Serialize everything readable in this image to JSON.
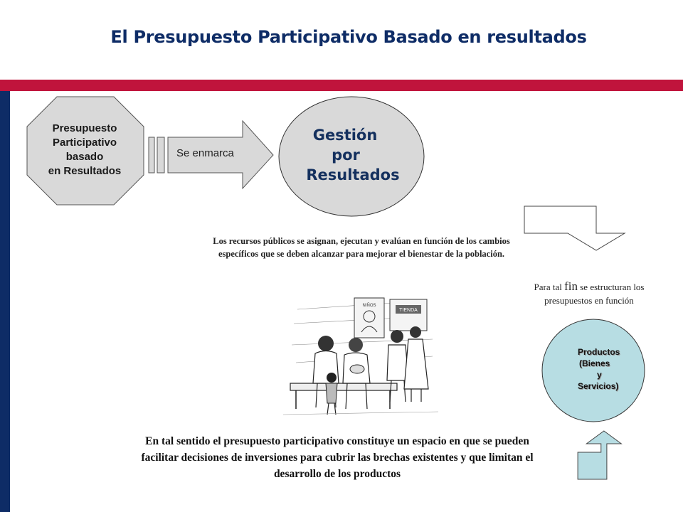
{
  "title": "El Presupuesto Participativo Basado en resultados",
  "colors": {
    "title": "#0e2c66",
    "top_band": "#c0143c",
    "left_bar": "#0e2c66",
    "shape_fill": "#d9d9d9",
    "productos_fill": "#b7dde3",
    "down_arrow_fill": "#ffffff",
    "up_arrow_fill": "#b7dde3"
  },
  "diagram": {
    "octagon_lines": [
      "Presupuesto",
      "Participativo",
      "basado",
      "en Resultados"
    ],
    "arrow_label": "Se enmarca",
    "ellipse_lines": [
      "Gestión",
      "por",
      "Resultados"
    ],
    "resources_text": "Los recursos públicos se asignan, ejecutan y evalúan en función de los cambios específicos que se deben alcanzar para mejorar el bienestar de la población.",
    "fin_text": {
      "before": "Para tal ",
      "fin": "fin",
      "after": " se estructuran los presupuestos en función"
    },
    "productos_lines": [
      "Productos",
      "(Bienes",
      "y",
      "Servicios)"
    ],
    "conclusion_text": "En tal sentido el presupuesto participativo constituye un espacio en que se pueden facilitar decisiones de inversiones para cubrir  las brechas existentes y que limitan el desarrollo de los productos",
    "illustration": {
      "sign_left": "NIÑOS",
      "sign_right": "TIENDA"
    }
  }
}
